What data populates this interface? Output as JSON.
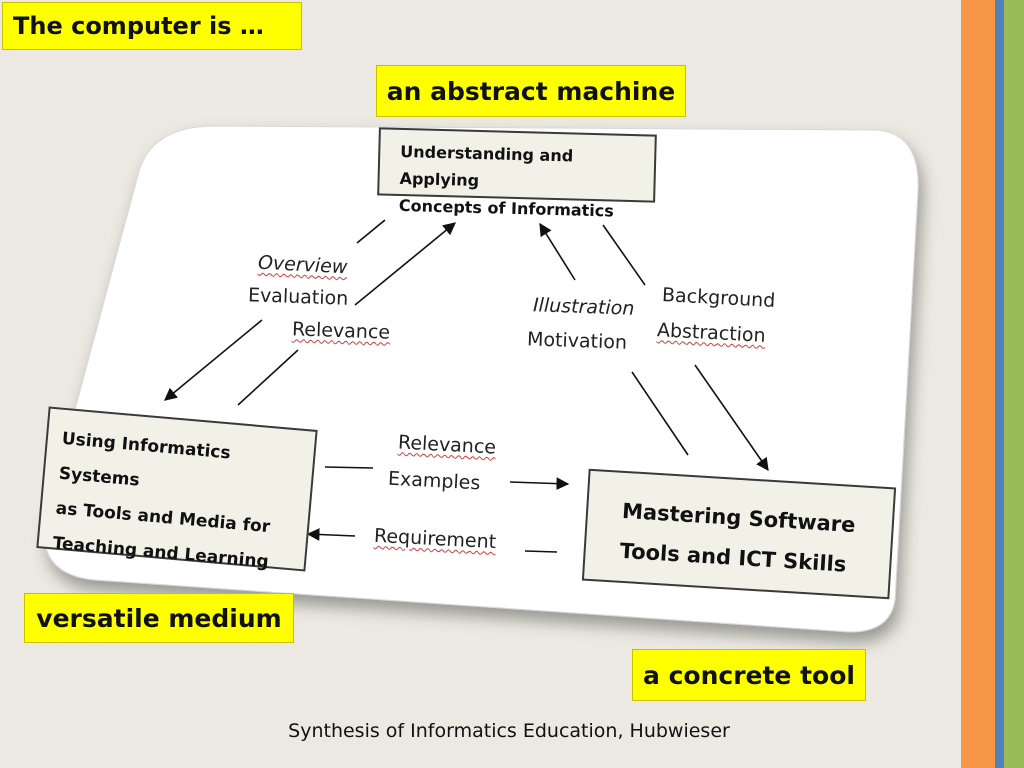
{
  "slide": {
    "title": "The computer is  …",
    "caption": "Synthesis of Informatics Education, Hubwieser"
  },
  "views": {
    "abstract": "an abstract machine",
    "medium": "versatile medium",
    "tool": "a concrete tool"
  },
  "diagram": {
    "nodes": {
      "top": [
        "Understanding and Applying",
        "Concepts of Informatics"
      ],
      "left": [
        "Using Informatics Systems",
        "as Tools and Media for",
        "Teaching and Learning"
      ],
      "right": [
        "Mastering Software",
        "Tools and ICT Skills"
      ]
    },
    "labels": {
      "overview": "Overview",
      "evaluation": "Evaluation",
      "relevance_left": "Relevance",
      "illustration": "Illustration",
      "motivation": "Motivation",
      "background": "Background",
      "abstraction": "Abstraction",
      "relevance_bottom": "Relevance",
      "examples": "Examples",
      "requirement": "Requirement"
    }
  },
  "colors": {
    "background": "#ebe9e1",
    "highlight": "#ffff00",
    "stripe_orange": "#f79646",
    "stripe_blue": "#4f81bd",
    "stripe_green": "#9bbb59"
  }
}
